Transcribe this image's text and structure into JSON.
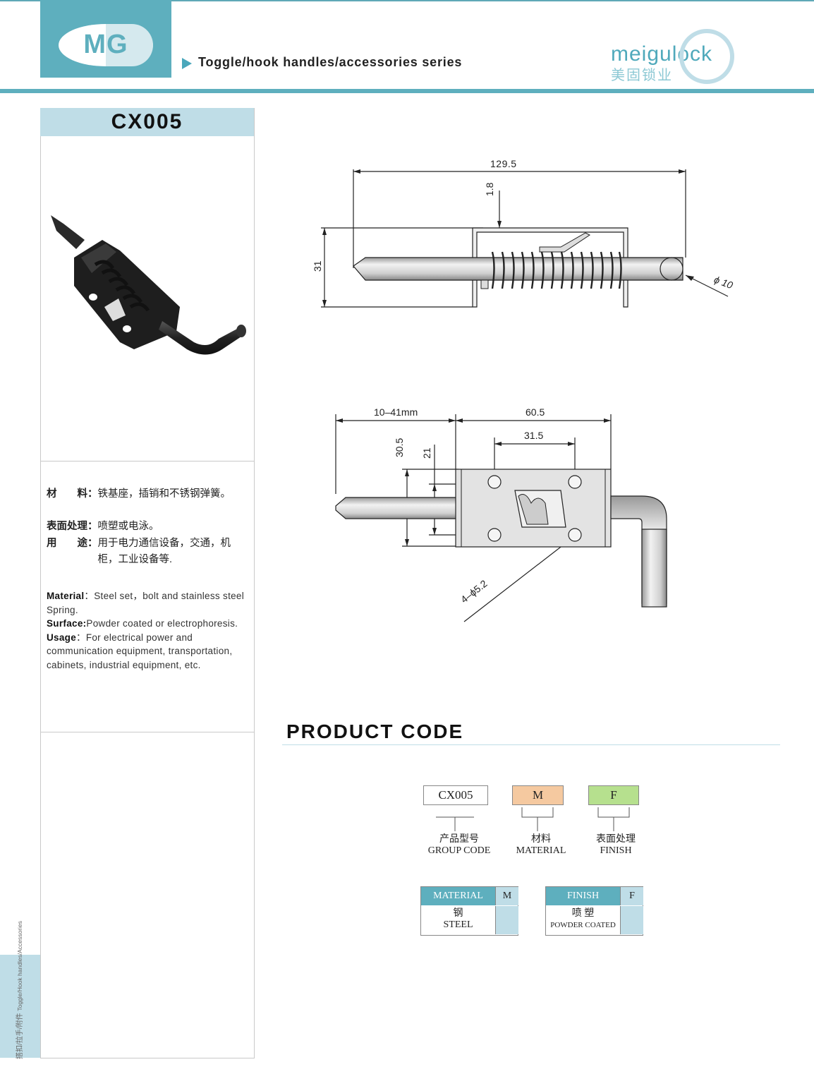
{
  "header": {
    "brand_mark": "MG",
    "series": "Toggle/hook handles/accessories series",
    "logo_en": "meigulock",
    "logo_cn": "美固锁业"
  },
  "product": {
    "code": "CX005"
  },
  "spec_cn": {
    "material_label": "材　　料：",
    "material_value": "铁基座，插销和不锈钢弹簧。",
    "surface_label": "表面处理：",
    "surface_value": "喷塑或电泳。",
    "usage_label": "用　　途：",
    "usage_value": "用于电力通信设备，交通，机柜，工业设备等."
  },
  "spec_en": {
    "material_label": "Material",
    "material_value": "：Steel set，bolt and stainless steel Spring.",
    "surface_label": "Surface:",
    "surface_value": "Powder coated or electrophoresis.",
    "usage_label": "Usage",
    "usage_value": "：For electrical power and communication equipment, transportation, cabinets, industrial equipment, etc."
  },
  "drawing_top": {
    "length": "129.5",
    "thickness": "1.8",
    "height": "31",
    "diameter": "ϕ 10"
  },
  "drawing_bottom": {
    "stroke": "10–41mm",
    "base_length": "60.5",
    "hole_spacing_h": "31.5",
    "base_height": "30.5",
    "hole_spacing_v": "21",
    "holes": "4–ϕ5.2"
  },
  "product_code": {
    "title": "PRODUCT CODE",
    "group_code_value": "CX005",
    "material_code": "M",
    "finish_code": "F",
    "group_code_cn": "产品型号",
    "group_code_en": "GROUP CODE",
    "material_cn": "材料",
    "material_en": "MATERIAL",
    "finish_cn": "表面处理",
    "finish_en": "FINISH",
    "material_table": {
      "header": "MATERIAL",
      "code": "M",
      "value_cn": "钢",
      "value_en": "STEEL"
    },
    "finish_table": {
      "header": "FINISH",
      "code": "F",
      "value_cn": "喷 塑",
      "value_en": "POWDER COATED"
    }
  },
  "side_tab": {
    "cn": "搭扣/拉手/附件",
    "en": "Toggle/Hook handles/Accessories"
  },
  "colors": {
    "accent": "#5eafbe",
    "light_blue": "#bfdde7",
    "material_box": "#f5c9a0",
    "finish_box": "#b6e08e"
  }
}
